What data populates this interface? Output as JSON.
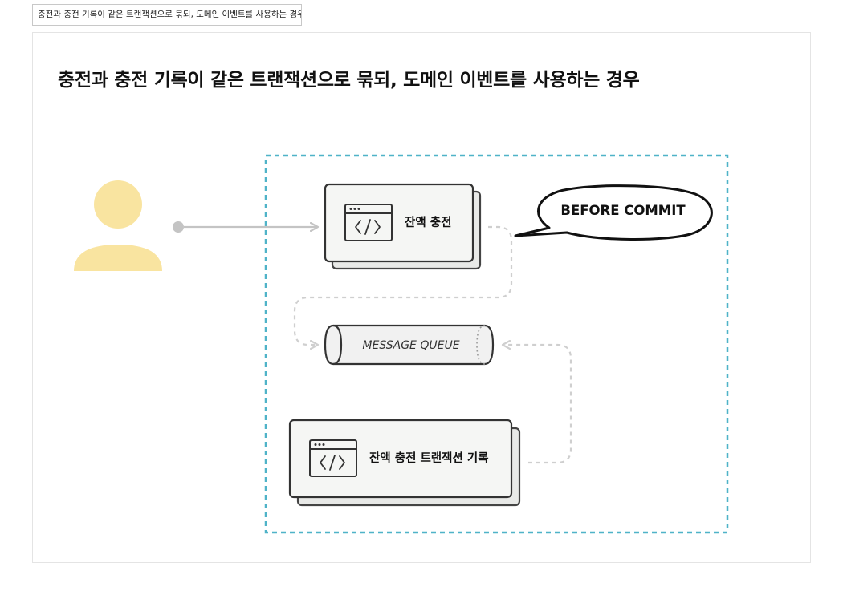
{
  "tab": {
    "label": "충전과 충전 기록이 같은 트랜잭션으로 묶되, 도메인 이벤트를 사용하는 경우"
  },
  "diagram": {
    "title": "충전과 충전 기록이 같은 트랜잭션으로 묶되, 도메인 이벤트를 사용하는 경우",
    "charge_service": {
      "label": "잔액 충전",
      "icon": "code-window-icon"
    },
    "speech_bubble": {
      "label": "BEFORE COMMIT"
    },
    "message_queue": {
      "label": "MESSAGE QUEUE"
    },
    "record_service": {
      "label": "잔액 충전 트랜잭션 기록",
      "icon": "code-window-icon"
    },
    "user": {
      "icon": "user-icon"
    },
    "colors": {
      "boundary": "#4fb3c8",
      "user": "#f9e4a0",
      "card_fill": "#f5f6f4",
      "card_stroke": "#333333",
      "connector_solid": "#c4c4c4",
      "connector_dashed": "#cfcfcf"
    }
  }
}
